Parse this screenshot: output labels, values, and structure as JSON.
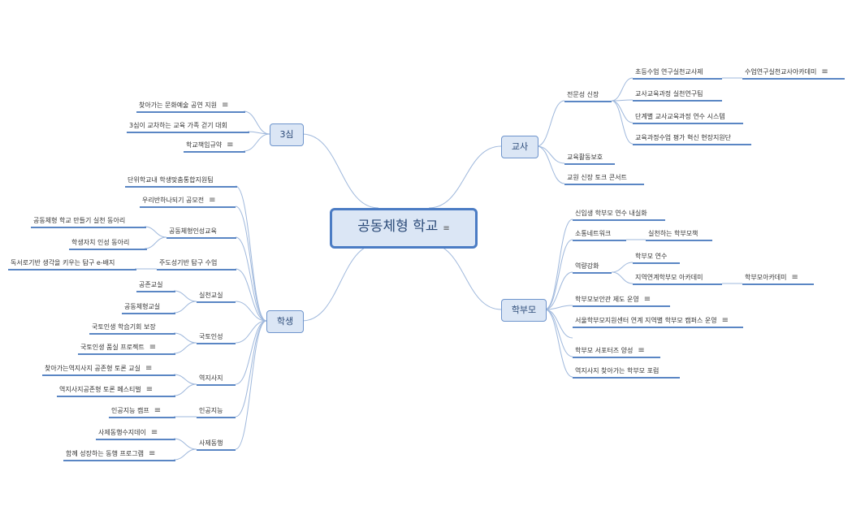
{
  "center": {
    "label": "공동체형 학교",
    "note_icon": "notes-icon"
  },
  "branches": {
    "sansim": {
      "label": "3심",
      "children": [
        "찾아가는 문화예술 공연 지원",
        "3심이 교차하는 교육 가족 걷기 대회",
        "학교책임규약"
      ]
    },
    "teacher": {
      "label": "교사",
      "jeonmun": {
        "label": "전문성 신장",
        "children": [
          "초등수업 연구실천교사제",
          "교사교육과정 실천연구팀",
          "단계별 교사교육과정 연수 시스템",
          "교육과정수업 평가 혁신 현장지원단"
        ],
        "academy": "수업연구실천교사아카데미"
      },
      "others": [
        "교육활동보호",
        "교원 신장 토크 콘서트"
      ]
    },
    "parent": {
      "label": "학부모",
      "items": {
        "newcomer": "신입생 학부모 연수 내실화",
        "sotong": "소통네트워크",
        "silcheon": "실천하는 학부모책",
        "yeokryang": "역량강화",
        "yeonsu": "학부모 연수",
        "jiyeok": "지역연계학부모 아카데미",
        "academy": "학부모아카데미",
        "boan": "학부모보안관 제도 운영",
        "seoul": "서울학부모지원센터 연계 지역별 학부모 캠퍼스 운영",
        "supporters": "학부모 서포터즈 양성",
        "forum": "역지사지 찾아가는 학부모 포럼"
      }
    },
    "student": {
      "label": "학생",
      "items": {
        "danwi": "단위학교내 학생맞춤통합지원팀",
        "uri": "우리반하나되기 공모전",
        "insung": "공동체형인성교육",
        "club1": "공동체형 학교 만들기 실천 동아리",
        "club2": "학생자치 인성 동아리",
        "jugdo": "주도성기반 탐구 수업",
        "badge": "독서로기반 생각을 키우는 탐구 e-배지",
        "silcheon": "실천교실",
        "gongjon": "공존교실",
        "gongdong": "공동체형교실",
        "guktoin": "국토인성",
        "gukto1": "국토인생 학습기회 보장",
        "gukto2": "국토인생 품실 프로젝트",
        "yeokji": "역지사지",
        "yeokji1": "찾아가는역지사지 공존형 토론 교실",
        "yeokji2": "역지사지공존형 토론 페스티벌",
        "ai": "인공지능",
        "aicamp": "인공지능 캠프",
        "saje": "사제동행",
        "saje1": "사제동행수지데이",
        "saje2": "함께 성장하는 동행 프로그램"
      }
    }
  },
  "colors": {
    "line": "#5a86c4",
    "edge": "#9fb8dc",
    "node_fill": "#dbe6f5"
  }
}
